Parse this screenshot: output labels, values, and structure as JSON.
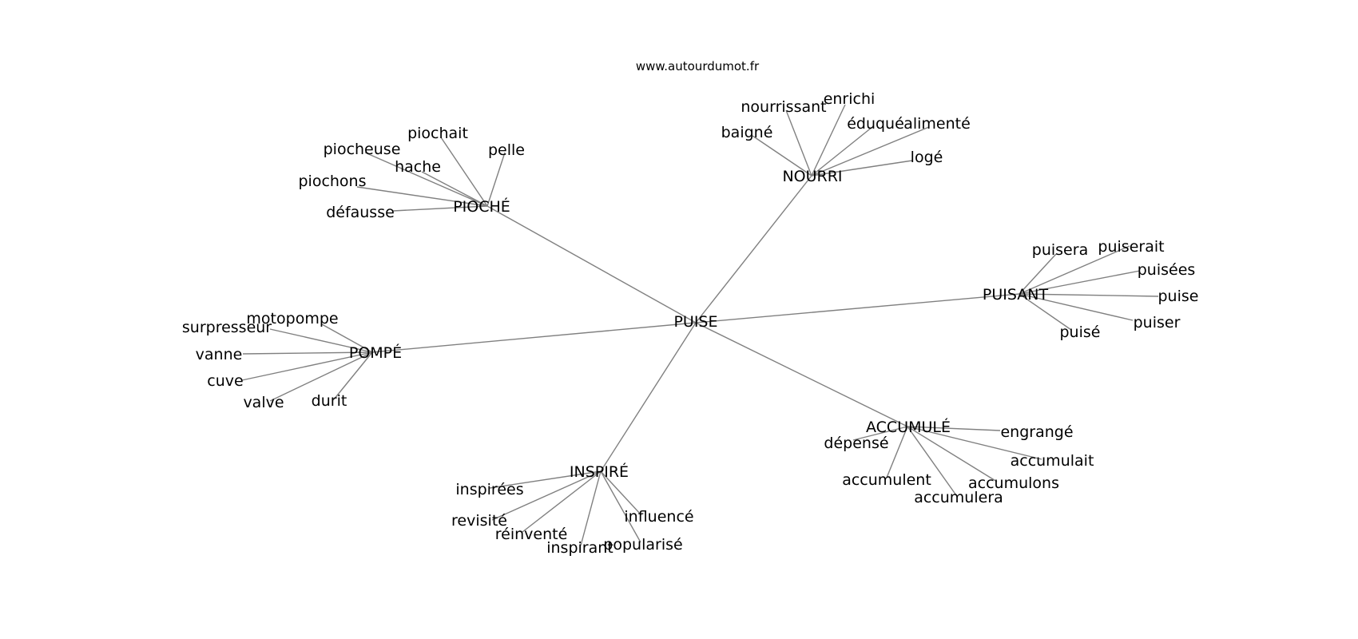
{
  "site": "www.autourdumot.fr",
  "center": "PUISE",
  "clusters": [
    {
      "hub": "PIOCHÉ",
      "leaves": [
        "piochait",
        "piocheuse",
        "pelle",
        "hache",
        "piochons",
        "défausse"
      ]
    },
    {
      "hub": "NOURRI",
      "leaves": [
        "nourrissant",
        "enrichi",
        "baigné",
        "éduqué",
        "alimenté",
        "logé"
      ]
    },
    {
      "hub": "PUISANT",
      "leaves": [
        "puisera",
        "puiserait",
        "puisées",
        "puise",
        "puiser",
        "puisé"
      ]
    },
    {
      "hub": "POMPÉ",
      "leaves": [
        "motopompe",
        "surpresseur",
        "vanne",
        "cuve",
        "valve",
        "durit"
      ]
    },
    {
      "hub": "ACCUMULÉ",
      "leaves": [
        "dépensé",
        "engrangé",
        "accumulait",
        "accumulent",
        "accumulons",
        "accumulera"
      ]
    },
    {
      "hub": "INSPIRÉ",
      "leaves": [
        "inspirées",
        "revisité",
        "réinventé",
        "inspirant",
        "influencé",
        "popularisé"
      ]
    }
  ]
}
